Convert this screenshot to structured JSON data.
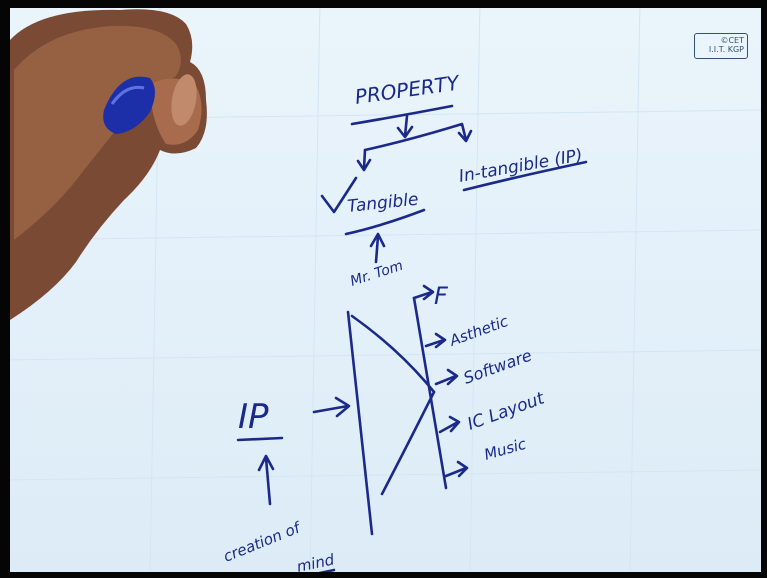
{
  "watermark": {
    "line1": "©CET",
    "line2": "I.I.T. KGP"
  },
  "board": {
    "title": "PROPERTY",
    "branch_left": "Tangible",
    "branch_right": "In-tangible (IP)",
    "owner_note": "Mr. Tom",
    "ip_label": "IP",
    "ip_source_line1": "creation of",
    "ip_source_line2": "mind",
    "ip_types": [
      "F",
      "Asthetic",
      "Software",
      "IC Layout",
      "Music"
    ]
  }
}
